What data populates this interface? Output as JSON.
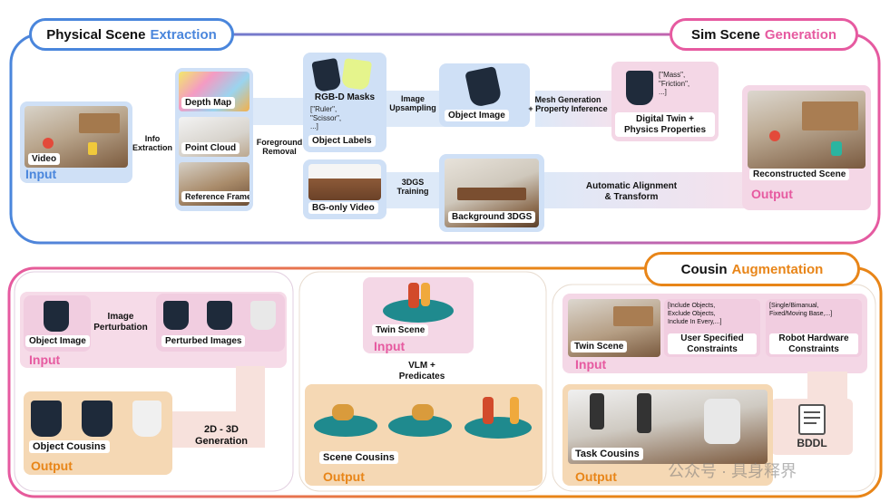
{
  "top": {
    "left_title": {
      "main": "Physical Scene",
      "accent": "Extraction"
    },
    "right_title": {
      "main": "Sim Scene",
      "accent": "Generation"
    },
    "input_label": "Input",
    "output_label": "Output",
    "video_label": "Video",
    "info_extraction": "Info\nExtraction",
    "depth_map": "Depth Map",
    "point_cloud": "Point Cloud",
    "reference_frame": "Reference Frame",
    "foreground_removal": "Foreground\nRemoval",
    "rgbd_masks": "RGB-D Masks",
    "mask_list": "[\"Ruler\",\n\"Scissor\",\n...]",
    "object_labels": "Object Labels",
    "bg_only_video": "BG-only Video",
    "image_upsampling": "Image\nUpsampling",
    "training_3dgs": "3DGS\nTraining",
    "object_image": "Object Image",
    "background_3dgs": "Background 3DGS",
    "mesh_generation": "Mesh Generation\n+ Property Inference",
    "physics_list": "[\"Mass\",\n\"Friction\",\n...]",
    "digital_twin": "Digital Twin +\nPhysics Properties",
    "automatic_alignment": "Automatic Alignment\n& Transform",
    "reconstructed_scene": "Reconstructed Scene"
  },
  "bottom": {
    "cousin_title": {
      "main": "Cousin",
      "accent": "Augmentation"
    },
    "p1": {
      "object_image": "Object Image",
      "image_perturbation": "Image\nPerturbation",
      "perturbed_images": "Perturbed Images",
      "input_label": "Input",
      "object_cousins": "Object Cousins",
      "output_label": "Output",
      "generation": "2D - 3D\nGeneration"
    },
    "p2": {
      "twin_scene": "Twin Scene",
      "input_label": "Input",
      "vlm_predicates": "VLM +\nPredicates",
      "scene_cousins": "Scene Cousins",
      "output_label": "Output"
    },
    "p3": {
      "twin_scene": "Twin Scene",
      "input_label": "Input",
      "user_list": "[Include Objects,\nExclude Objects,\nInclude In Every,...]",
      "user_constraints": "User Specified\nConstraints",
      "robot_list": "[Single/Bimanual,\nFixed/Moving Base,...]",
      "robot_constraints": "Robot Hardware\nConstraints",
      "bddl": "BDDL",
      "task_cousins": "Task Cousins",
      "output_label": "Output",
      "watermark": "公众号 · 具身释界"
    }
  },
  "colors": {
    "blue": "#4a86dc",
    "pink": "#e65aa0",
    "orange": "#e88518",
    "blue_panel": "#cfe0f6",
    "pink_panel": "#f4d7e6",
    "orange_panel": "#f5d8b4"
  }
}
